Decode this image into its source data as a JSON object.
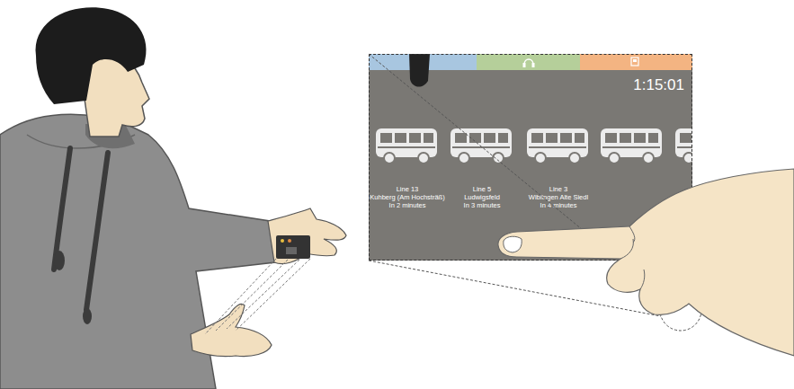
{
  "diagram": {
    "nodes": [
      {
        "text": [
          "1:15:01"
        ]
      },
      {
        "text": [
          "Line 13",
          "Kuhberg (Am Hochsträß)",
          "In 2 minutes"
        ],
        "in": 0
      },
      {
        "text": [
          "Line 5",
          "Ludwigsfeld",
          "In 3 minutes"
        ],
        "in": 0
      },
      {
        "text": [
          "Line 3",
          "Wiblingen Alte Siedl",
          "In 4 minutes"
        ],
        "in": 0
      }
    ]
  }
}
